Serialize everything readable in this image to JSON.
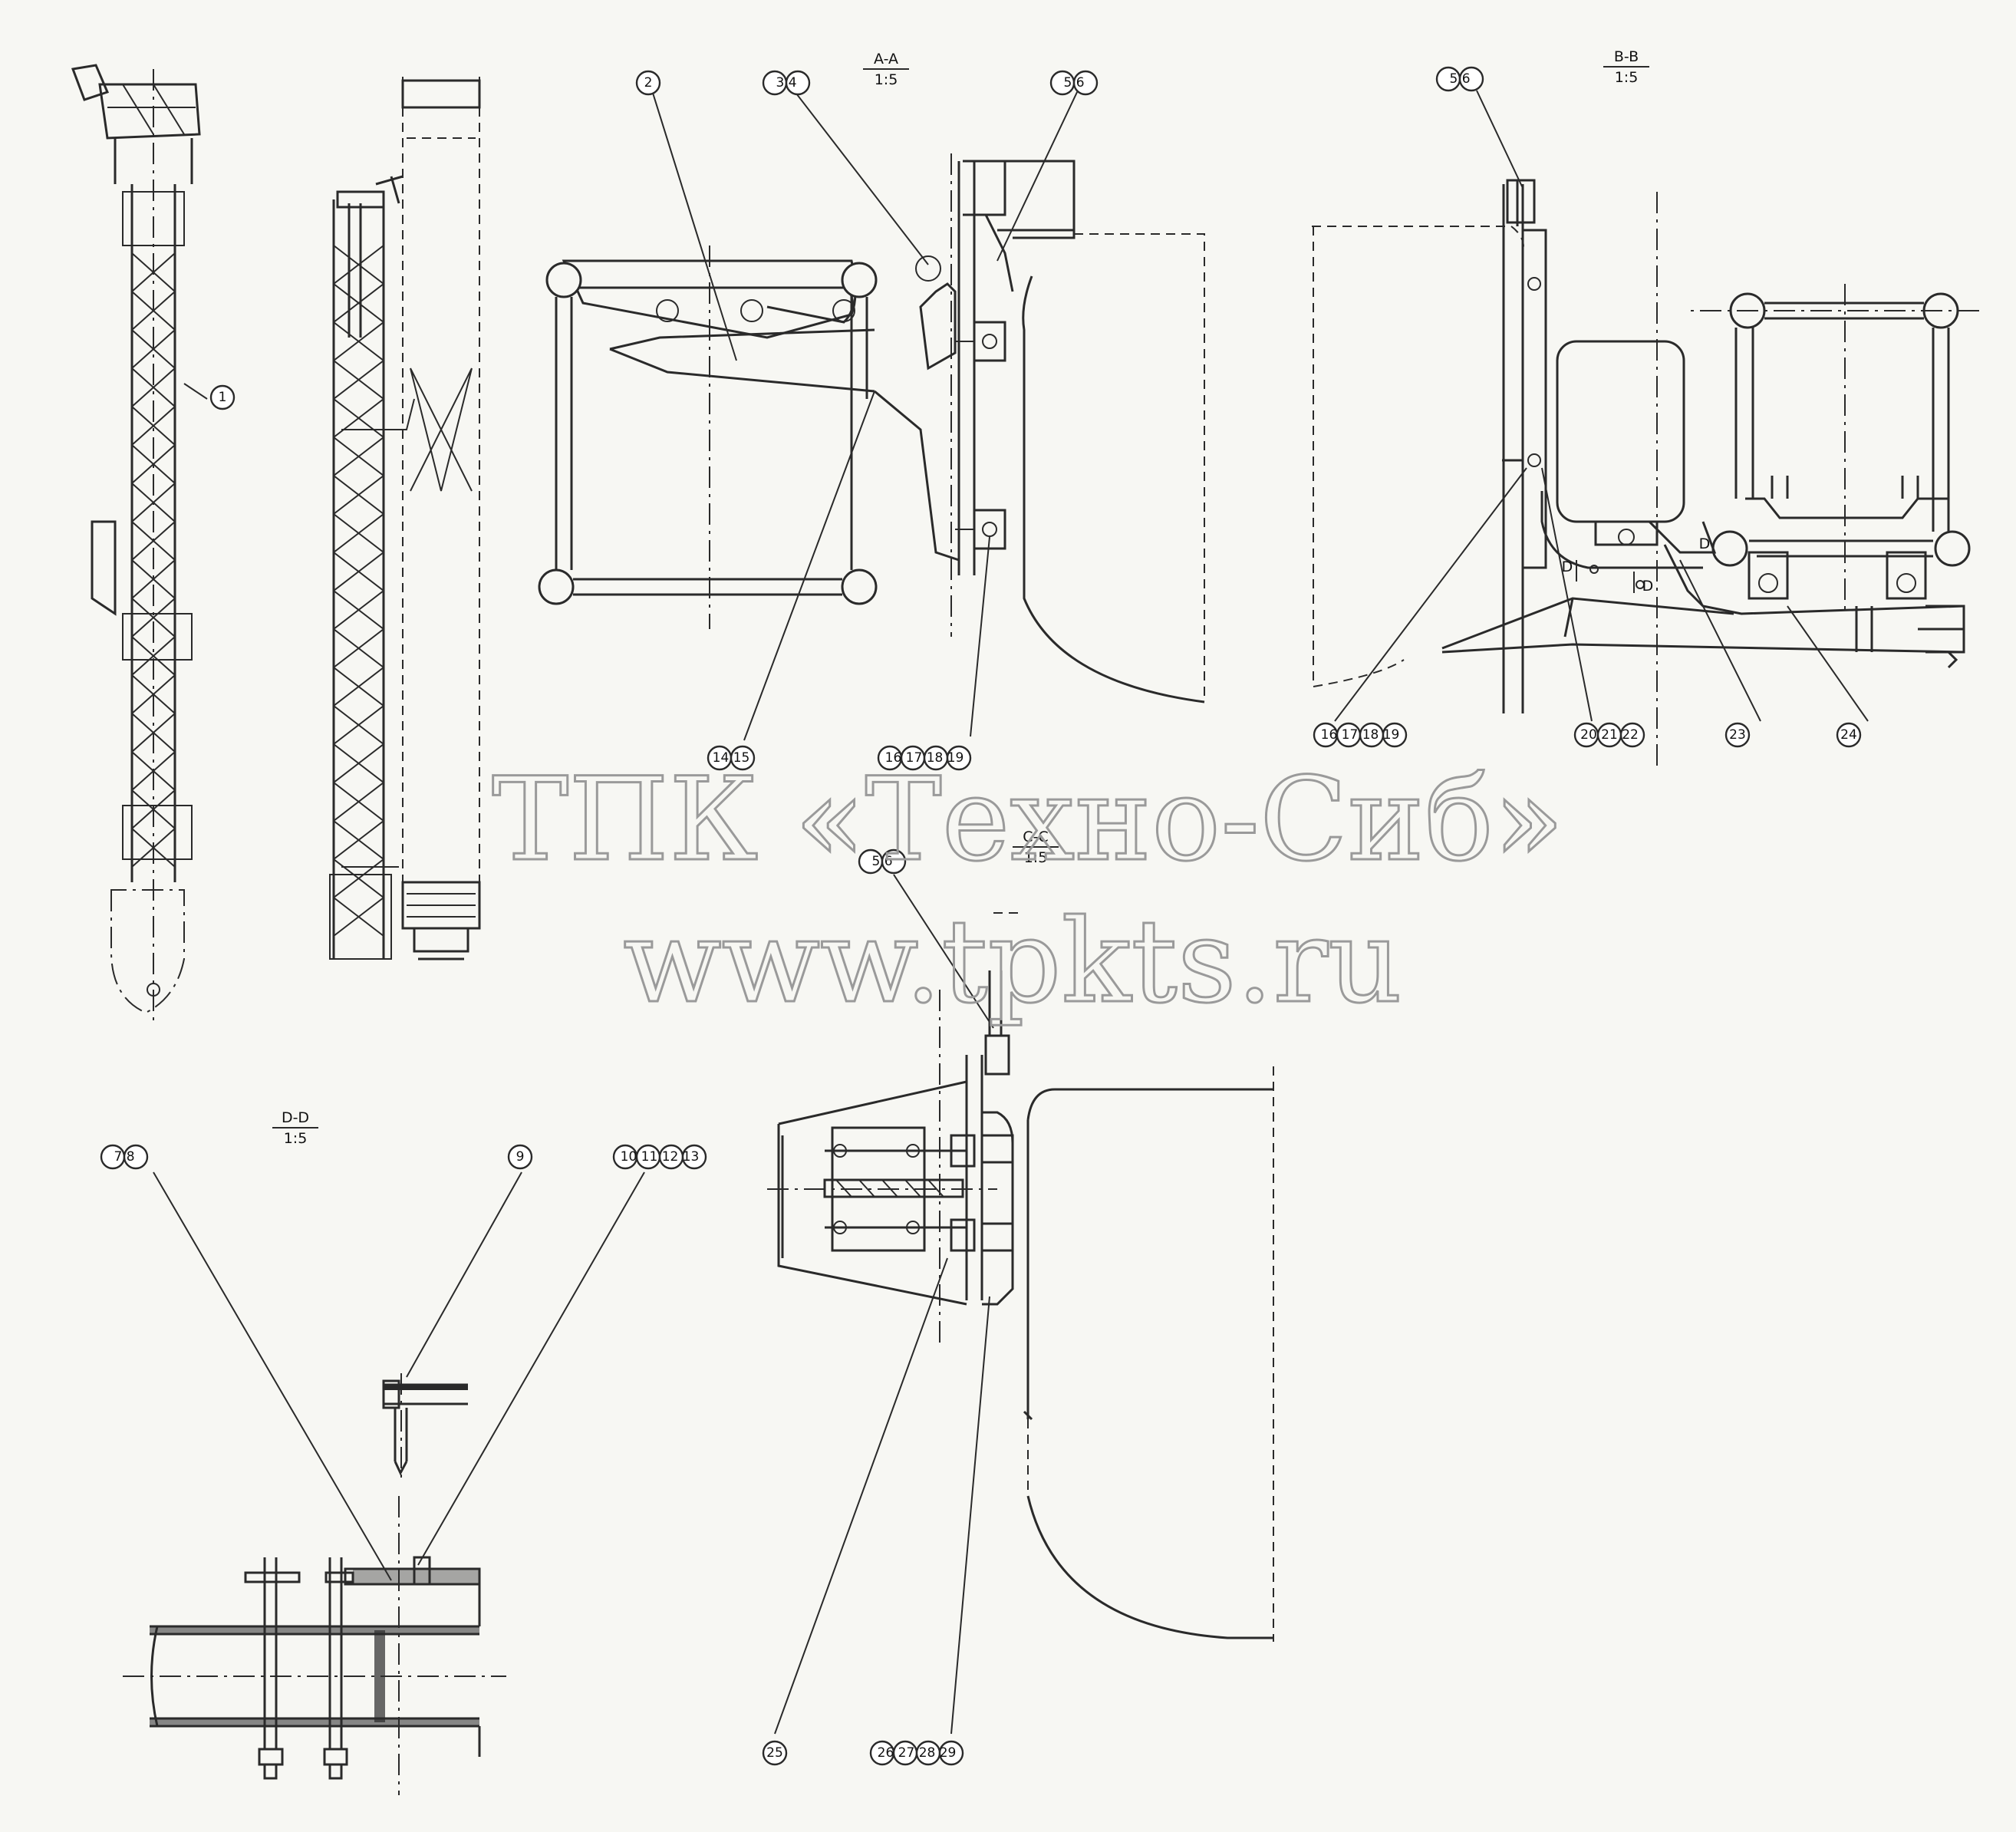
{
  "sections": {
    "aa": {
      "name": "A-A",
      "scale": "1:5"
    },
    "bb": {
      "name": "B-B",
      "scale": "1:5"
    },
    "cc": {
      "name": "C-C",
      "scale": "1:5"
    },
    "dd": {
      "name": "D-D",
      "scale": "1:5"
    }
  },
  "callouts": {
    "c1": "1",
    "c2": "2",
    "c34": "3 4",
    "c56_aa": "5 6",
    "c1415": "14 15",
    "c16_19_aa": "16 17 18 19",
    "c56_bb": "5 6",
    "c16_19_bb": "16 17 18 19",
    "c202122": "20 21 22",
    "c23": "23",
    "c24": "24",
    "c56_cc": "5 6",
    "c25": "25",
    "c26_29": "26 27 28 29",
    "c78": "7 8",
    "c9": "9",
    "c10_13": "10 11 12 13"
  },
  "view_marks": {
    "d1": "D",
    "d2": "D",
    "d3": "D"
  },
  "watermark": {
    "line1": "ТПК «Техно-Сиб»",
    "line2": "www.tpkts.ru"
  }
}
